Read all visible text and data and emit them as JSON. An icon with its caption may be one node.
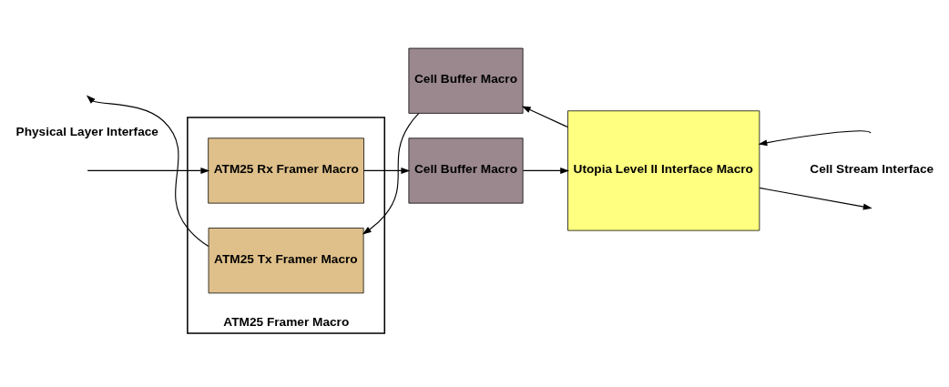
{
  "diagram": {
    "nodes": [
      {
        "text": [
          "ATM25 Framer Macro"
        ]
      },
      {
        "text": [
          "ATM25 Rx Framer Macro"
        ],
        "in": 0
      },
      {
        "text": [
          "ATM25 Tx Framer Macro"
        ],
        "in": 0
      },
      {
        "text": [
          "Cell Buffer Macro"
        ]
      },
      {
        "text": [
          "Cell Buffer Macro"
        ]
      },
      {
        "text": [
          "Utopia Level II Interface Macro"
        ]
      }
    ],
    "edges": [
      {
        "from": null,
        "to": 1,
        "arrow": "to"
      },
      {
        "from": 1,
        "to": 3,
        "arrow": "to"
      },
      {
        "from": 3,
        "to": 5,
        "arrow": "to"
      },
      {
        "from": 5,
        "to": null,
        "arrow": "to"
      },
      {
        "from": null,
        "to": 5,
        "arrow": "to"
      },
      {
        "from": 5,
        "to": 4,
        "arrow": "to"
      },
      {
        "from": 4,
        "to": 2,
        "arrow": "to"
      },
      {
        "from": 2,
        "to": null,
        "arrow": "to"
      }
    ],
    "labels": [
      "Physical Layer Interface",
      "Cell Stream Interface"
    ]
  }
}
